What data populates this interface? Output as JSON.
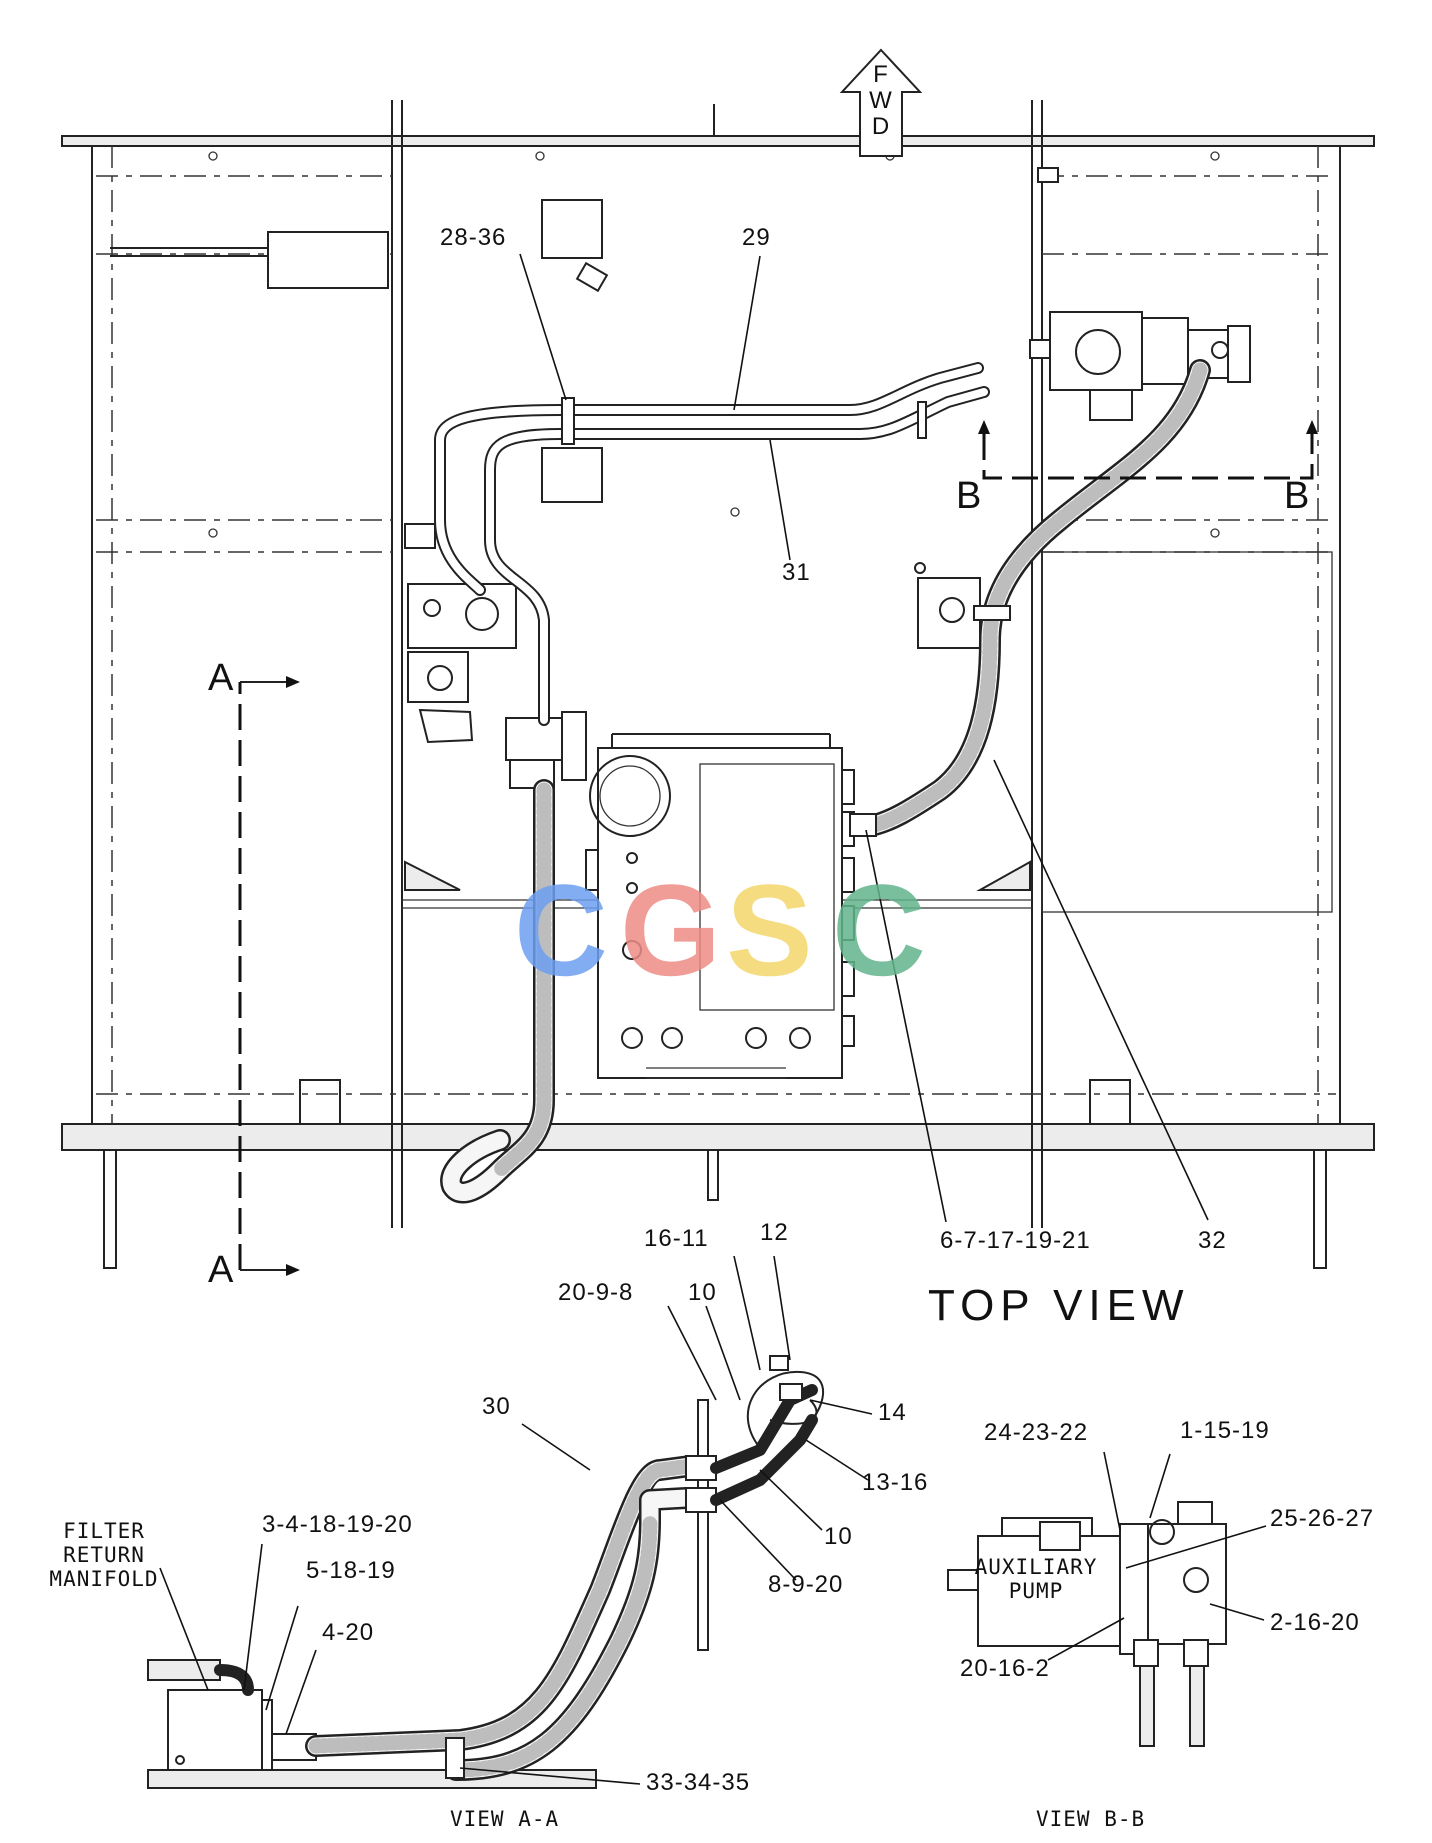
{
  "direction_marker": {
    "text": "FWD"
  },
  "section_cuts": {
    "a_top": "A",
    "a_bottom": "A",
    "b_left": "B",
    "b_right": "B"
  },
  "top_view": {
    "title": "TOP VIEW",
    "callouts": [
      "28-36",
      "29",
      "31",
      "32",
      "6-7-17-19-21"
    ]
  },
  "view_a": {
    "title": "VIEW A-A",
    "callouts": [
      "16-11",
      "12",
      "20-9-8",
      "10",
      "30",
      "14",
      "13-16",
      "10",
      "8-9-20",
      "3-4-18-19-20",
      "5-18-19",
      "4-20",
      "33-34-35"
    ],
    "component_label_lines": [
      "FILTER",
      "RETURN",
      "MANIFOLD"
    ]
  },
  "view_b": {
    "title": "VIEW B-B",
    "callouts": [
      "24-23-22",
      "1-15-19",
      "25-26-27",
      "2-16-20",
      "20-16-2"
    ],
    "component_label_lines": [
      "AUXILIARY",
      "PUMP"
    ]
  },
  "watermark": {
    "letters": [
      "C",
      "G",
      "S",
      "C"
    ],
    "colors": [
      "#6e9ff0",
      "#ef8c86",
      "#f5d66b",
      "#62b58c"
    ]
  }
}
